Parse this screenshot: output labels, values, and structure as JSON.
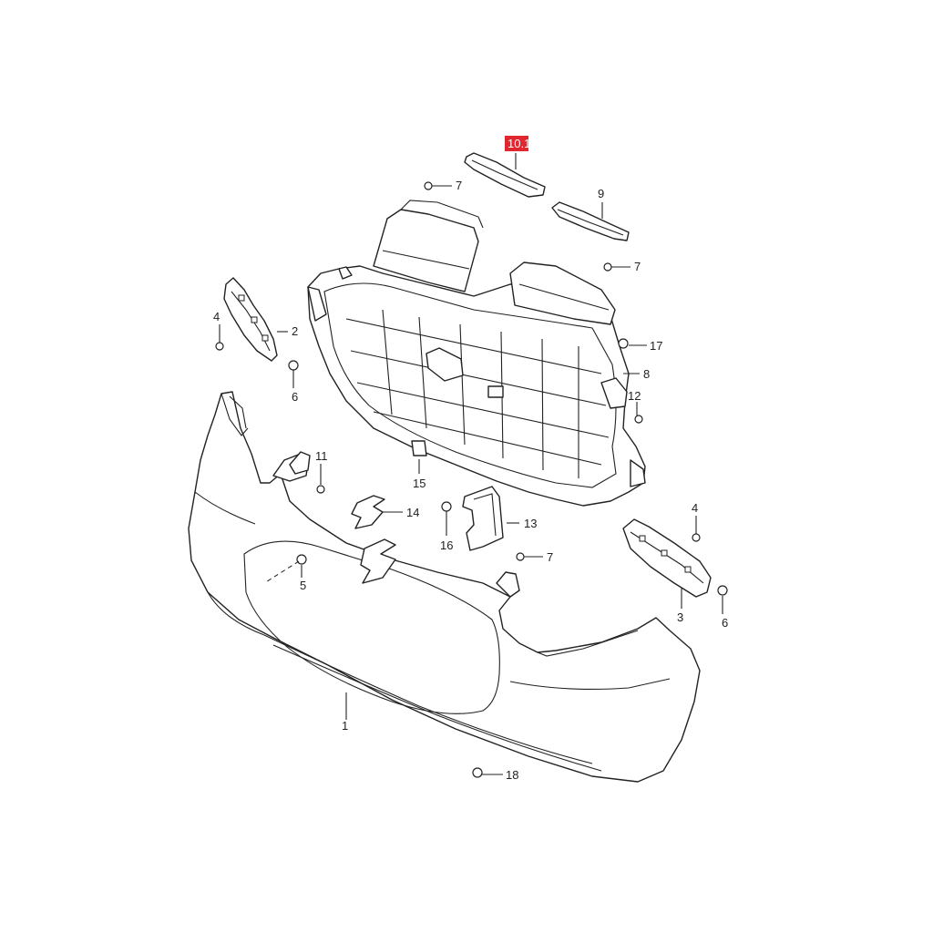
{
  "callouts": {
    "c1": "1",
    "c2": "2",
    "c3": "3",
    "c4a": "4",
    "c4b": "4",
    "c5": "5",
    "c6a": "6",
    "c6b": "6",
    "c7a": "7",
    "c7b": "7",
    "c7c": "7",
    "c8": "8",
    "c9": "9",
    "c10_1": "10.1",
    "c11": "11",
    "c12": "12",
    "c13": "13",
    "c14": "14",
    "c15": "15",
    "c16": "16",
    "c17": "17",
    "c18": "18"
  },
  "colors": {
    "line": "#222222",
    "highlight": "#e0262e",
    "background": "#ffffff"
  }
}
